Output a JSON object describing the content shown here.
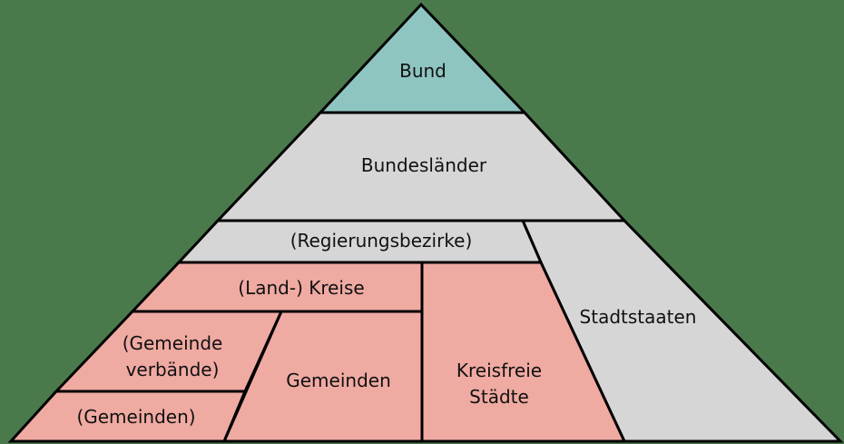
{
  "colors": {
    "background": "#4a7a4c",
    "federal": "#8fc5c0",
    "states": "#d6d6d6",
    "municipal": "#efaaa2",
    "outline": "#000000"
  },
  "levels": {
    "bund": "Bund",
    "bundeslaender": "Bundesländer",
    "regierungsbezirke": "(Regierungsbezirke)",
    "land_kreise": "(Land-) Kreise",
    "gemeindeverbaende_line1": "(Gemeinde",
    "gemeindeverbaende_line2": "verbände)",
    "gemeinden": "Gemeinden",
    "gemeinden_sub": "(Gemeinden)",
    "kreisfreie_staedte_line1": "Kreisfreie",
    "kreisfreie_staedte_line2": "Städte",
    "stadtstaaten": "Stadtstaaten"
  }
}
